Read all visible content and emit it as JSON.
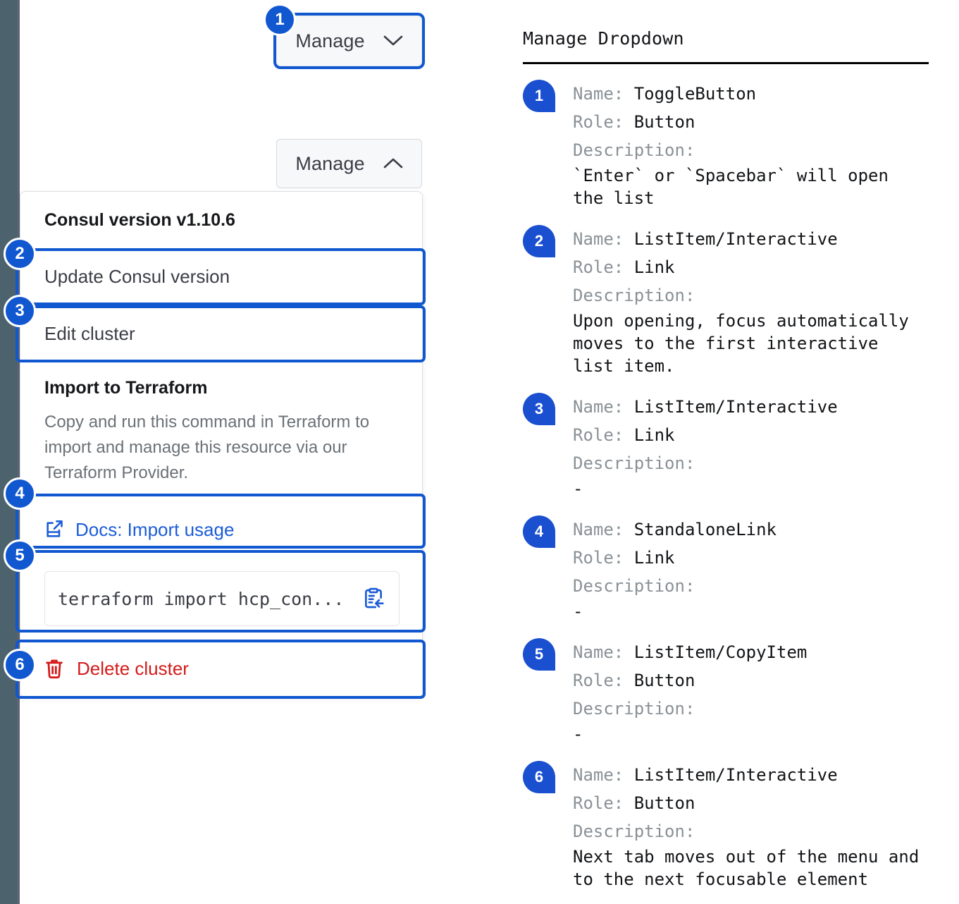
{
  "dropdown": {
    "toggle_closed_label": "Manage",
    "toggle_closed_icon": "chevron-down-icon",
    "toggle_open_label": "Manage",
    "toggle_open_icon": "chevron-up-icon",
    "header": "Consul version v1.10.6",
    "items": {
      "update": "Update Consul version",
      "edit": "Edit cluster",
      "terraform_title": "Import to Terraform",
      "terraform_desc": "Copy and run this command in Terraform to import and manage this resource via our Terraform Provider.",
      "docs_link": "Docs: Import usage",
      "docs_icon": "external-link-icon",
      "command": "terraform import hcp_con...",
      "copy_icon": "copy-to-clipboard-icon",
      "delete": "Delete cluster",
      "delete_icon": "trash-icon"
    },
    "callouts": [
      "1",
      "2",
      "3",
      "4",
      "5",
      "6"
    ]
  },
  "legend": {
    "title": "Manage Dropdown",
    "labels": {
      "name": "Name:",
      "role": "Role:",
      "description": "Description:"
    },
    "entries": [
      {
        "number": "1",
        "name": "ToggleButton",
        "role": "Button",
        "description": "`Enter` or `Spacebar` will open\nthe list"
      },
      {
        "number": "2",
        "name": "ListItem/Interactive",
        "role": "Link",
        "description": "Upon opening, focus automatically\nmoves to the first interactive\nlist item."
      },
      {
        "number": "3",
        "name": "ListItem/Interactive",
        "role": "Link",
        "description": "-"
      },
      {
        "number": "4",
        "name": "StandaloneLink",
        "role": "Link",
        "description": "-"
      },
      {
        "number": "5",
        "name": "ListItem/CopyItem",
        "role": "Button",
        "description": "-"
      },
      {
        "number": "6",
        "name": "ListItem/Interactive",
        "role": "Button",
        "description": "Next tab moves out of the menu and\nto the next focusable element"
      }
    ]
  },
  "colors": {
    "accent_blue": "#1057d0",
    "pin_blue": "#1a4fd0",
    "danger_red": "#d41a1a",
    "rail": "#4c626d"
  }
}
